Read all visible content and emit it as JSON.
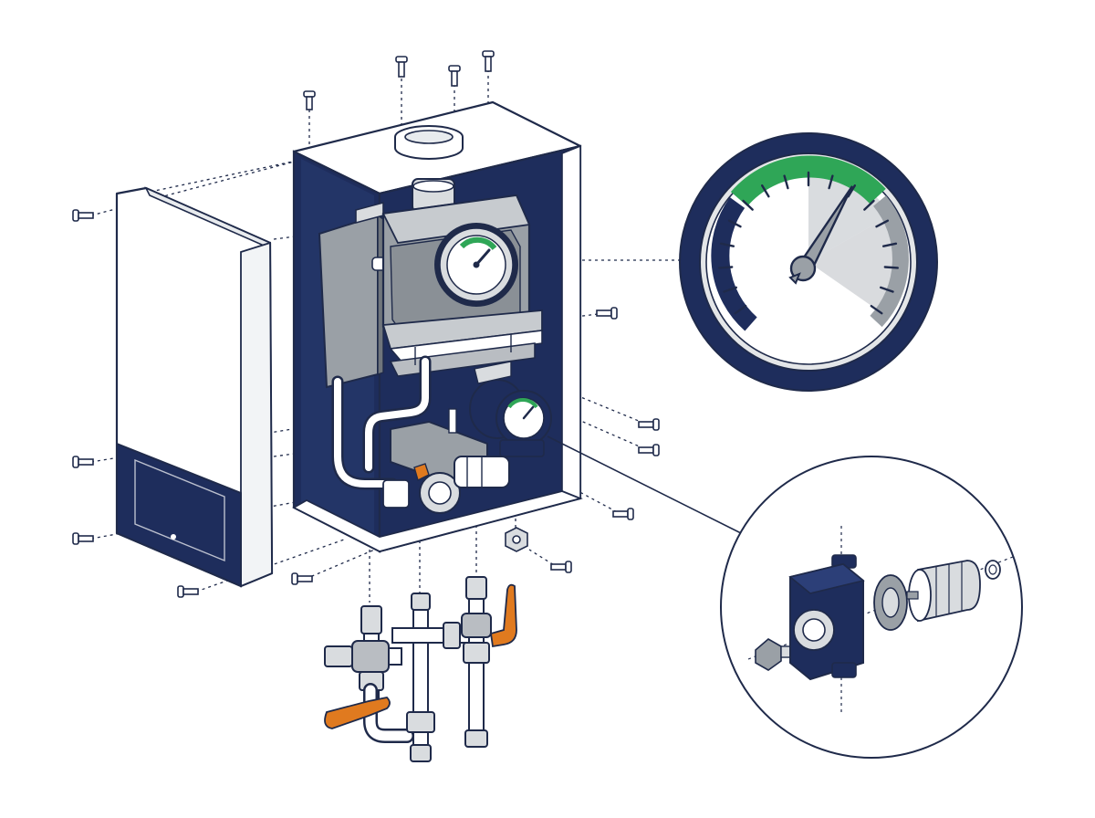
{
  "diagram": {
    "subject": "exploded-view-wall-mounted-boiler",
    "labels": [],
    "callouts": [
      {
        "name": "pressure-gauge-callout",
        "gauge_needle_level": 0.62
      },
      {
        "name": "circulation-pump-callout"
      }
    ],
    "gauges": [
      {
        "name": "main-pressure-gauge",
        "needle_level": 0.62
      },
      {
        "name": "pump-gauge",
        "needle_level": 0.6
      }
    ]
  },
  "colors": {
    "navy": "#1e2d5c",
    "outline": "#1f2a4a",
    "grey": "#9aa0a6",
    "light_grey": "#d9dcdf",
    "mid_grey": "#b9bdc2",
    "green": "#2fa657",
    "orange": "#e07a1f",
    "white": "#ffffff"
  }
}
